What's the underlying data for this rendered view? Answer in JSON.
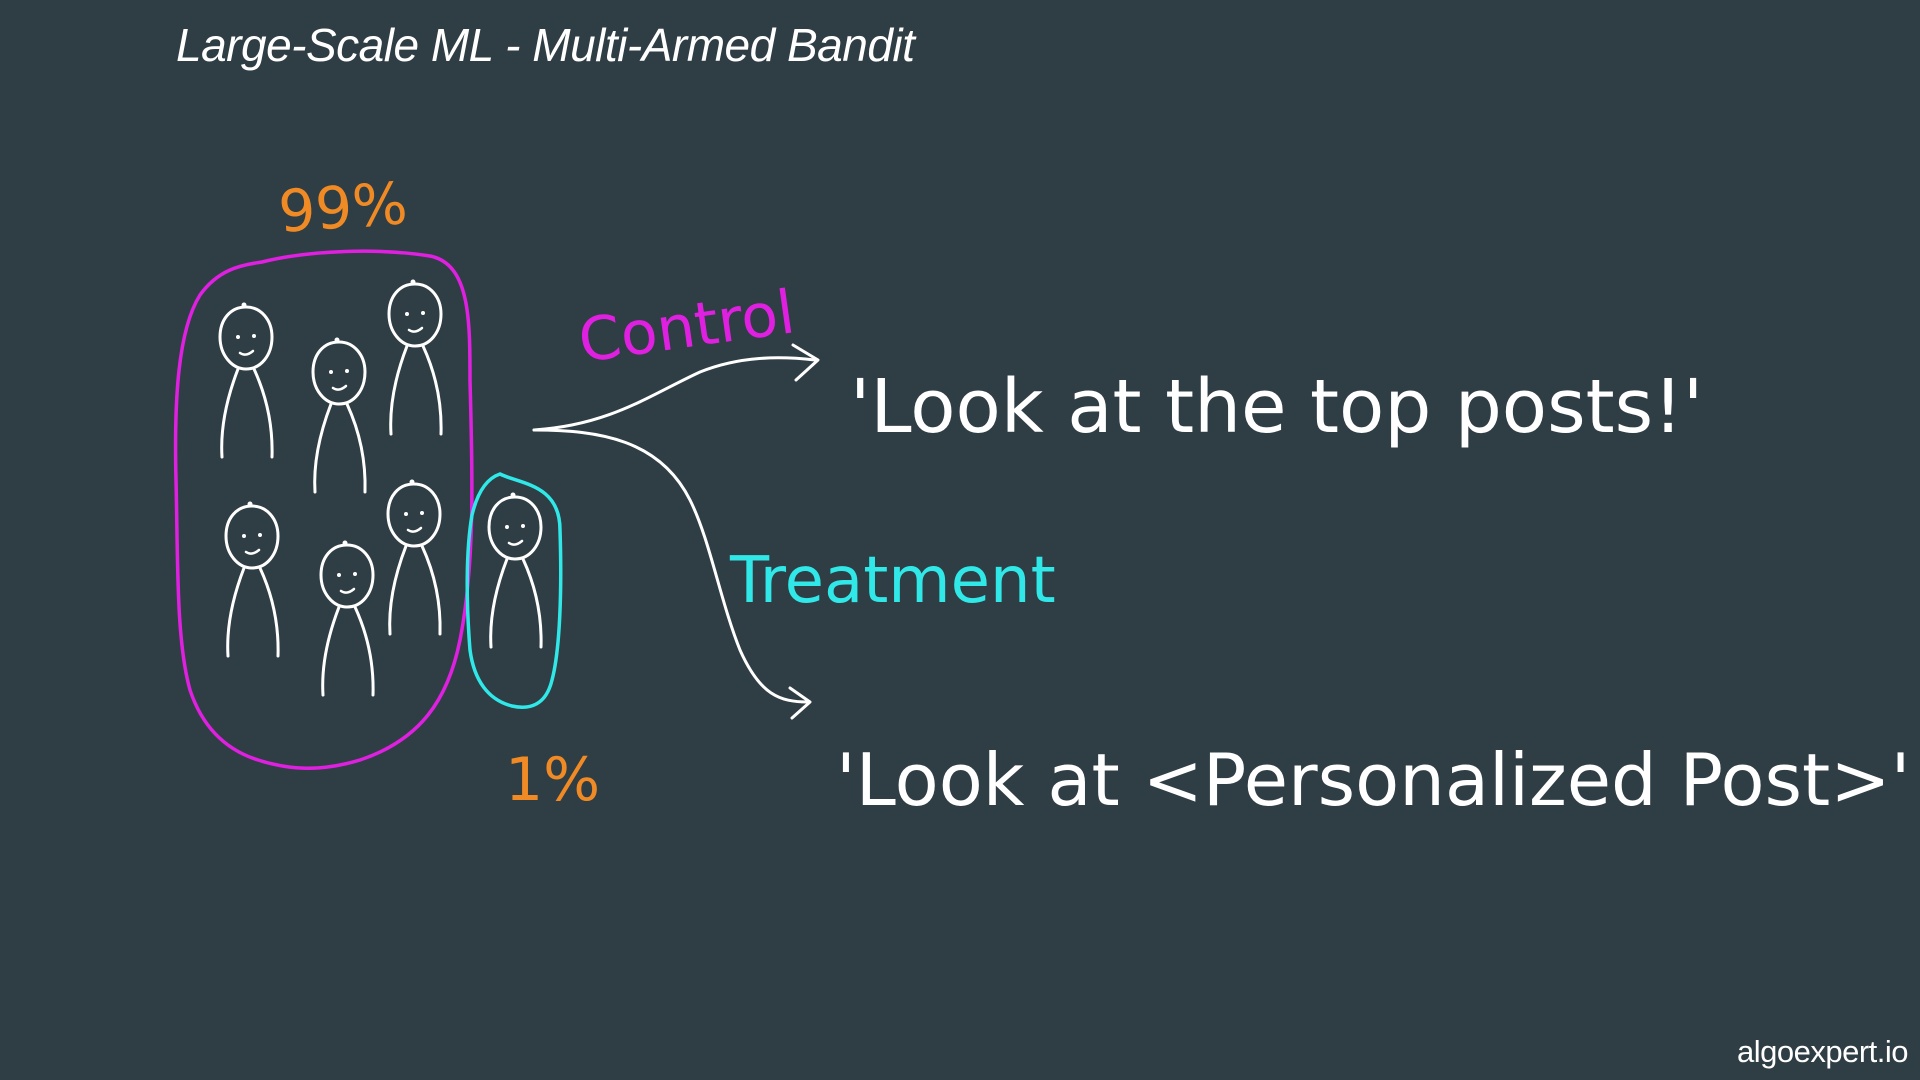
{
  "title": "Large-Scale ML - Multi-Armed Bandit",
  "watermark": "algoexpert.io",
  "colors": {
    "background": "#2f3d45",
    "control": "#e020e0",
    "treatment": "#30e8e8",
    "percent": "#f08a24",
    "ink": "#ffffff"
  },
  "groups": {
    "control_share": "99%",
    "treatment_share": "1%"
  },
  "arms": {
    "control_label": "Control",
    "treatment_label": "Treatment",
    "control_message": "'Look at the top posts!'",
    "treatment_message": "'Look at <Personalized Post>'"
  }
}
